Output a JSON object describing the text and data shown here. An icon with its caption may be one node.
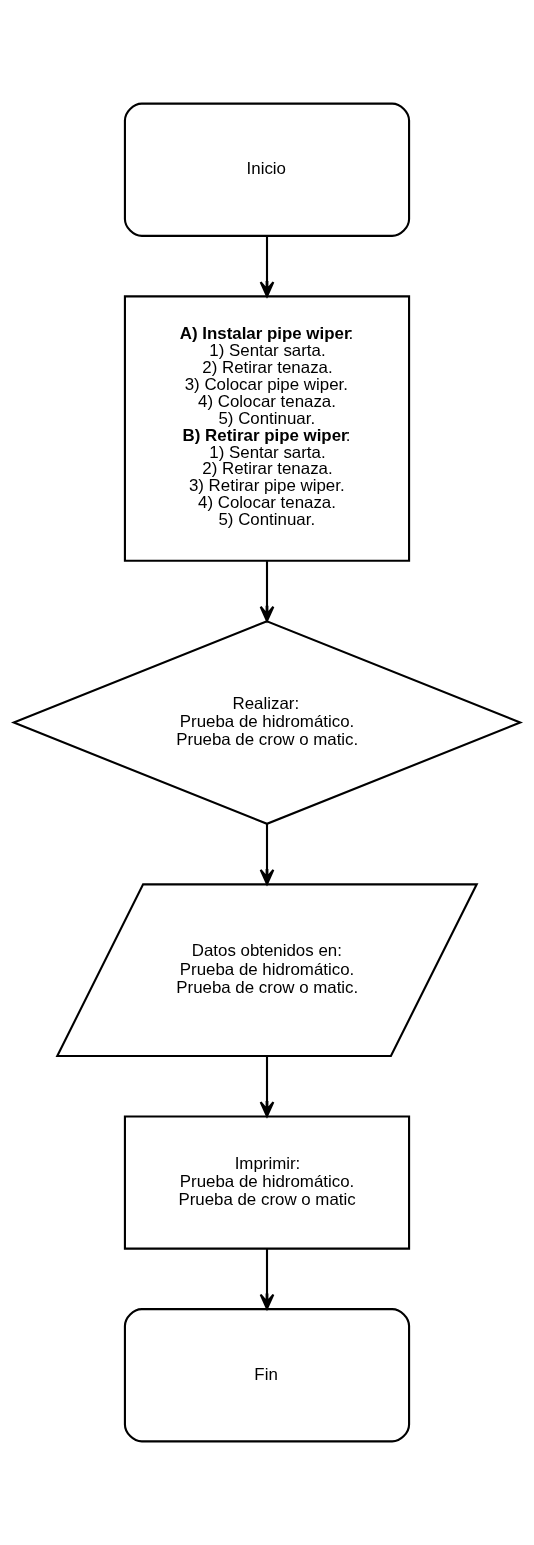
{
  "diagram": {
    "nodes": [
      {
        "text": [
          "Inicio"
        ]
      },
      {
        "text": [
          "**A) Instalar pipe wiper**:",
          "1) Sentar sarta.",
          "2) Retirar tenaza.",
          "3) Colocar pipe wiper.",
          "4) Colocar tenaza.",
          "5) Continuar.",
          "**B) Retirar pipe wiper**:",
          "1) Sentar sarta.",
          "2) Retirar tenaza.",
          "3) Retirar pipe wiper.",
          "4) Colocar tenaza.",
          "5) Continuar."
        ]
      },
      {
        "text": [
          "Realizar:",
          "Prueba de hidromático.",
          "Prueba de crow o matic."
        ]
      },
      {
        "text": [
          "Datos obtenidos en:",
          "Prueba de hidromático.",
          "Prueba de crow o matic."
        ]
      },
      {
        "text": [
          "Imprimir:",
          "Prueba de hidromático.",
          "Prueba de crow o matic"
        ]
      },
      {
        "text": [
          "Fin"
        ]
      }
    ],
    "edges": [
      {
        "from": 0,
        "to": 1,
        "arrow": "to"
      },
      {
        "from": 1,
        "to": 2,
        "arrow": "to"
      },
      {
        "from": 2,
        "to": 3,
        "arrow": "to"
      },
      {
        "from": 3,
        "to": 4,
        "arrow": "to"
      },
      {
        "from": 4,
        "to": 5,
        "arrow": "to"
      }
    ]
  }
}
